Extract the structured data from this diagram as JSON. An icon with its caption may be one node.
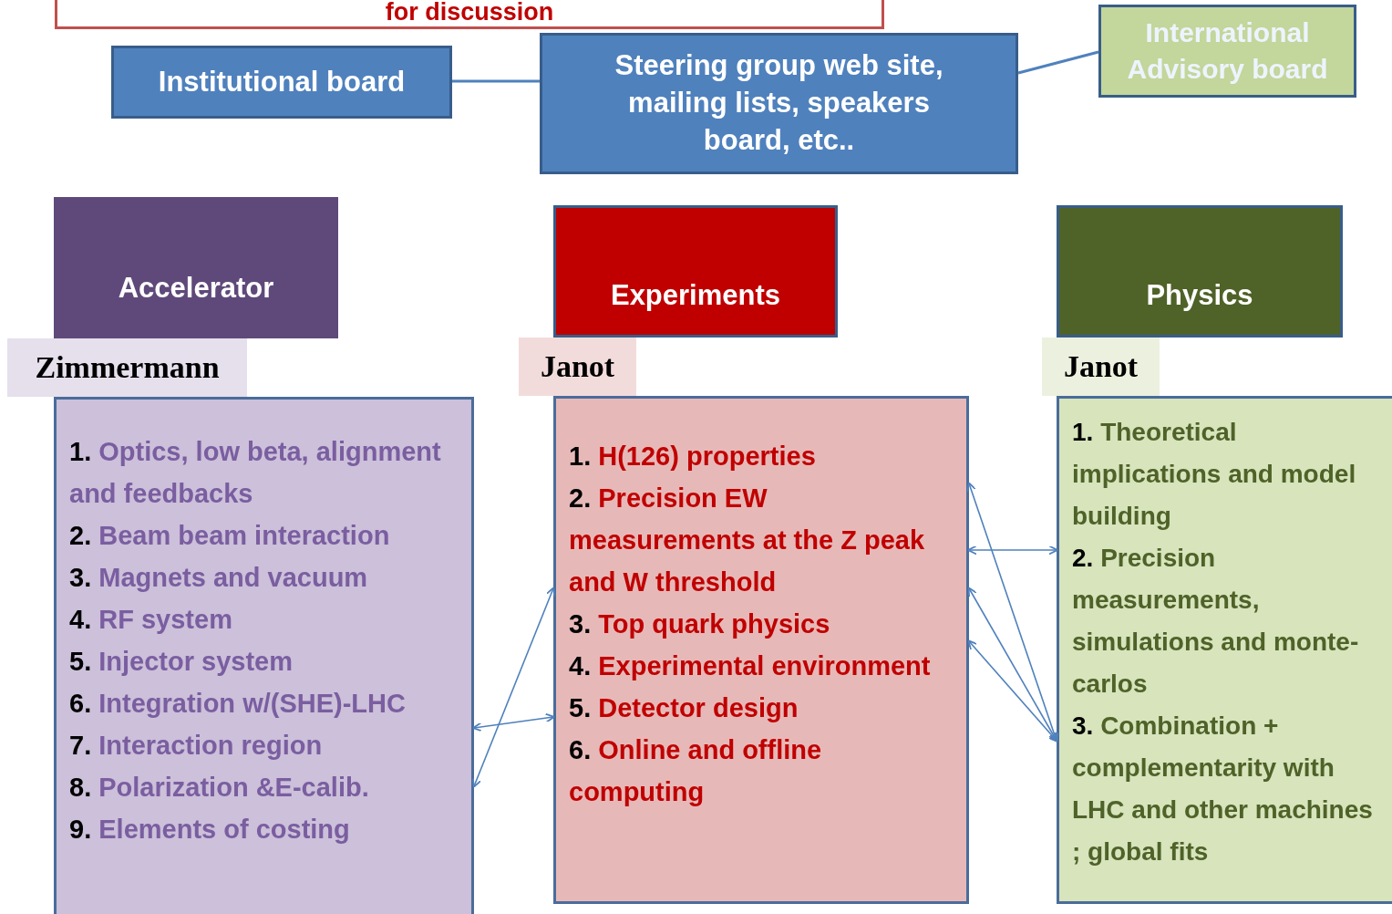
{
  "diagram": {
    "nodes": [
      {
        "text": [
          "for discussion"
        ]
      },
      {
        "text": [
          "Institutional board"
        ]
      },
      {
        "text": [
          "Steering group web site, mailing lists, speakers board, etc.."
        ]
      },
      {
        "text": [
          "International Advisory board"
        ]
      },
      {
        "text": [
          "Accelerator"
        ]
      },
      {
        "text": [
          "Zimmermann"
        ]
      },
      {
        "text": [
          "1. Optics, low beta, alignment and feedbacks",
          "2. Beam beam interaction",
          "3. Magnets and vacuum",
          "4. RF system",
          "5. Injector system",
          "6. Integration w/(SHE)-LHC",
          "7. Interaction region",
          "8. Polarization &E-calib.",
          "9. Elements of costing"
        ]
      },
      {
        "text": [
          "Experiments"
        ]
      },
      {
        "text": [
          "Janot"
        ]
      },
      {
        "text": [
          "1. H(126) properties",
          "2. Precision EW measurements at the Z peak and W threshold",
          "3. Top quark physics",
          "4. Experimental environment",
          "5. Detector design",
          "6. Online and offline computing"
        ]
      },
      {
        "text": [
          "Physics"
        ]
      },
      {
        "text": [
          "Janot"
        ]
      },
      {
        "text": [
          "1. Theoretical implications and model building",
          "2. Precision measurements, simulations and monte-carlos",
          "3. Combination + complementarity with LHC and other machines ; global fits"
        ]
      }
    ],
    "edges": [
      {
        "from": 1,
        "to": 2,
        "arrow": "none"
      },
      {
        "from": 2,
        "to": 3,
        "arrow": "none"
      },
      {
        "from": 6,
        "to": 9,
        "arrow": "both"
      },
      {
        "from": 6,
        "to": 9,
        "arrow": "both"
      },
      {
        "from": 9,
        "to": 12,
        "arrow": "both"
      },
      {
        "from": 9,
        "to": 12,
        "arrow": "both"
      },
      {
        "from": 9,
        "to": 12,
        "arrow": "both"
      },
      {
        "from": 9,
        "to": 12,
        "arrow": "both"
      }
    ]
  }
}
